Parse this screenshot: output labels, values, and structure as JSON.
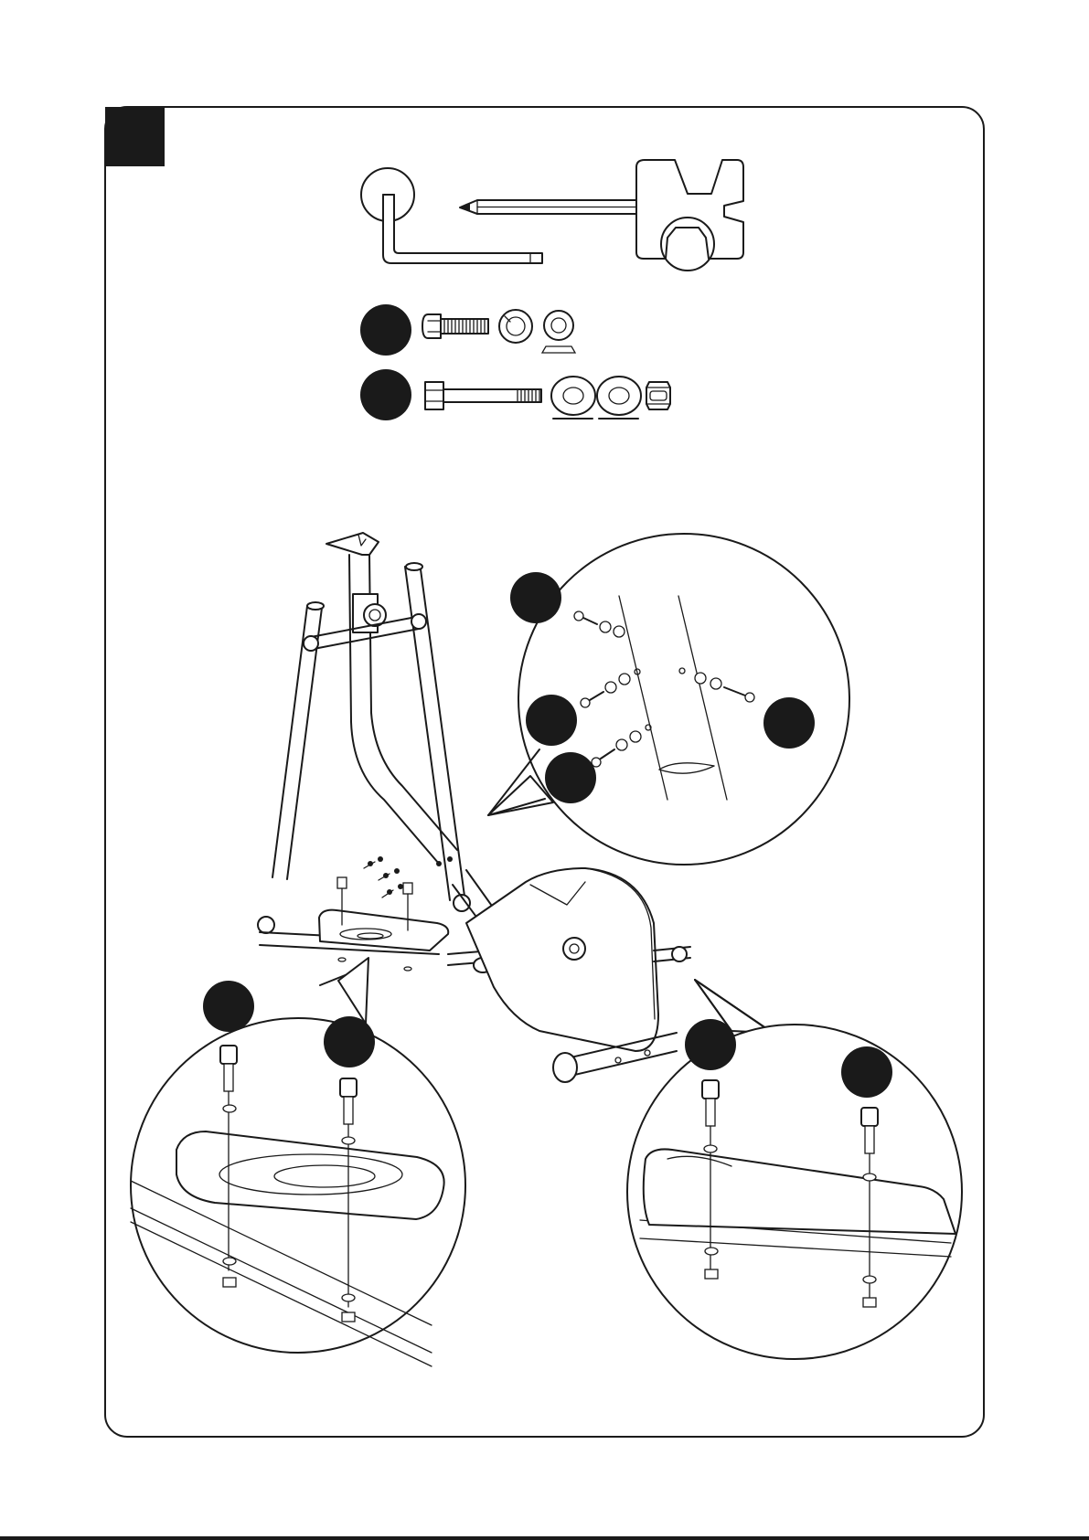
{
  "page": {
    "step_badge_text": "",
    "callout_badges": [
      "",
      "",
      "",
      "",
      "",
      "",
      "",
      "",
      ""
    ],
    "colors": {
      "ink": "#1a1a1a",
      "paper": "#ffffff"
    }
  },
  "tools": [
    "allen-key",
    "screwdriver",
    "spanner"
  ],
  "hardware_rows": [
    {
      "label": "",
      "parts": [
        "button-head-bolt",
        "spring-washer",
        "flat-washer"
      ]
    },
    {
      "label": "",
      "parts": [
        "hex-bolt",
        "flat-washer",
        "flat-washer",
        "nylon-nut"
      ]
    }
  ]
}
